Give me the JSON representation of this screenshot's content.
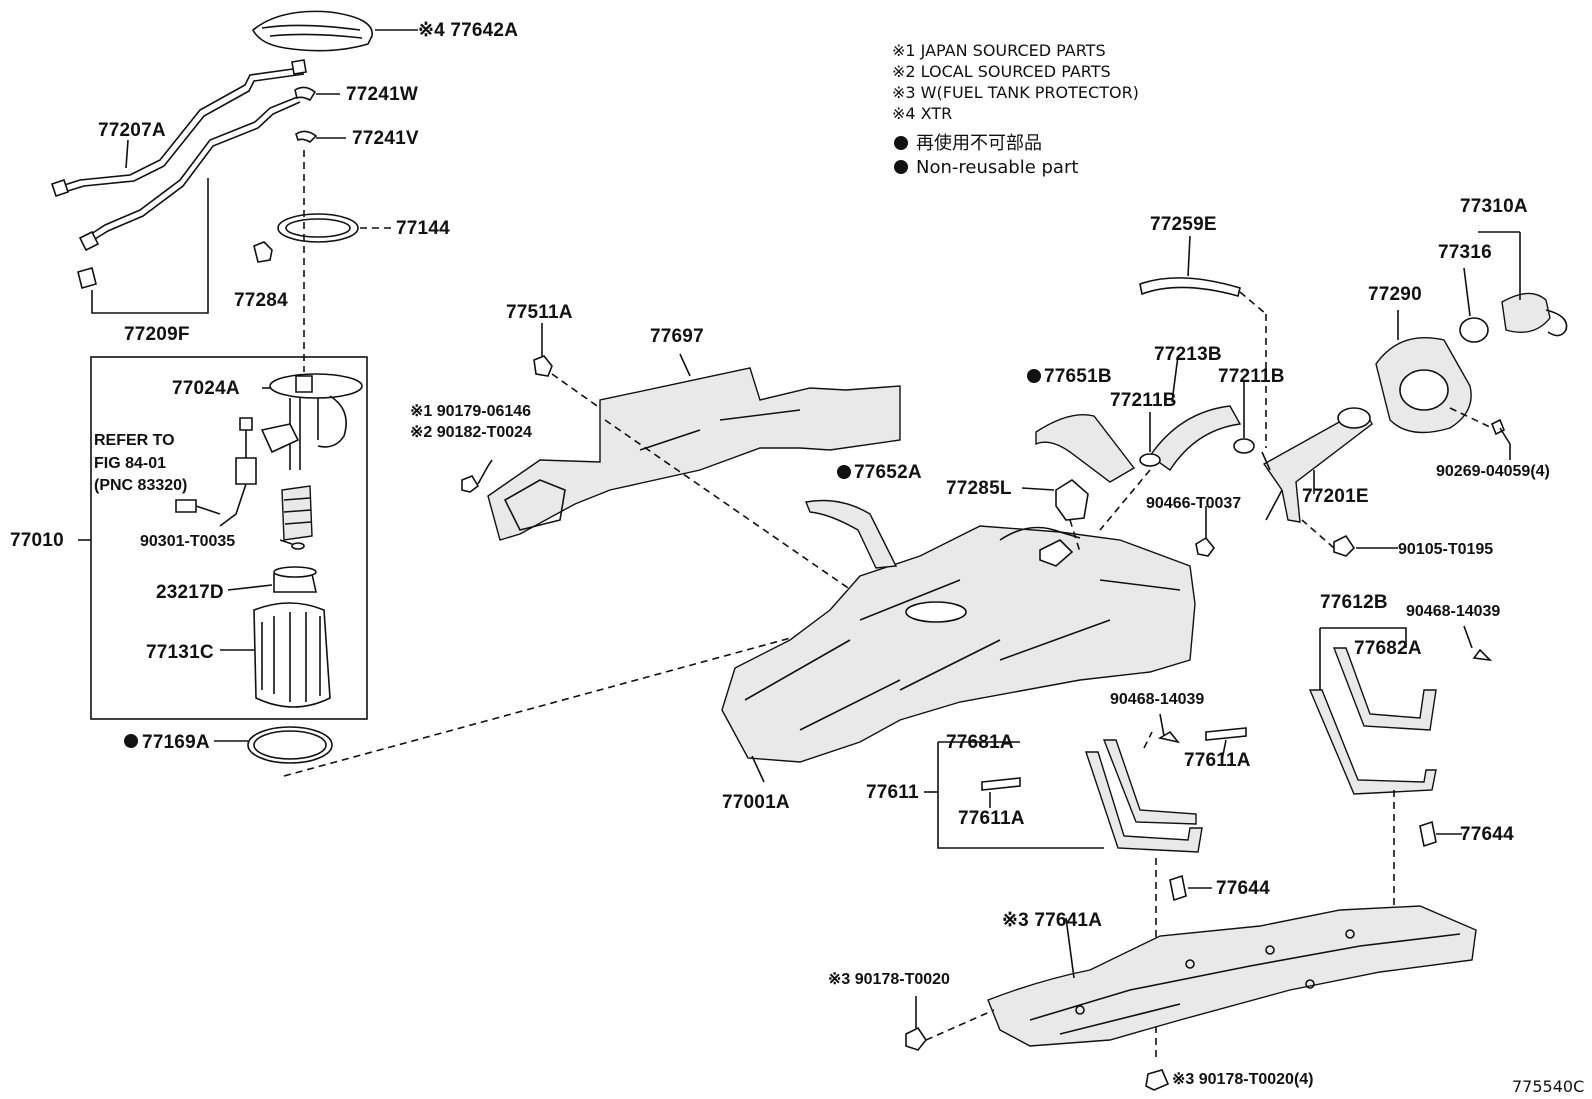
{
  "legend": {
    "lines": [
      "※1 JAPAN SOURCED PARTS",
      "※2 LOCAL SOURCED PARTS",
      "※3 W(FUEL TANK PROTECTOR)",
      "※4 XTR"
    ],
    "nonreusable_jp": "再使用不可部品",
    "nonreusable_en": "Non-reusable part"
  },
  "refer_note": [
    "REFER TO",
    "FIG 84-01",
    "(PNC 83320)"
  ],
  "figure_code": "775540C",
  "labels": {
    "p77642A": "※4 77642A",
    "p77241W": "77241W",
    "p77207A": "77207A",
    "p77241V": "77241V",
    "p77144": "77144",
    "p77284": "77284",
    "p77209F": "77209F",
    "p77024A": "77024A",
    "p77010": "77010",
    "p90301": "90301-T0035",
    "p23217D": "23217D",
    "p77131C": "77131C",
    "p77169A": "77169A",
    "p77511A": "77511A",
    "p77697": "77697",
    "p90179": "※1 90179-06146",
    "p90182": "※2 90182-T0024",
    "p77651B": "77651B",
    "p77652A": "77652A",
    "p77213B": "77213B",
    "p77211B_a": "77211B",
    "p77211B_b": "77211B",
    "p77259E": "77259E",
    "p77290": "77290",
    "p77310A": "77310A",
    "p77316": "77316",
    "p90269": "90269-04059(4)",
    "p77201E": "77201E",
    "p77285L": "77285L",
    "p90466": "90466-T0037",
    "p90105": "90105-T0195",
    "p77612B": "77612B",
    "p90468_a": "90468-14039",
    "p77682A": "77682A",
    "p90468_b": "90468-14039",
    "p77681A": "77681A",
    "p77611A_a": "77611A",
    "p77611": "77611",
    "p77611A_b": "77611A",
    "p77001A": "77001A",
    "p77644_a": "77644",
    "p77644_b": "77644",
    "p77641A": "※3 77641A",
    "p90178_a": "※3 90178-T0020",
    "p90178_b": "※3 90178-T0020(4)"
  }
}
